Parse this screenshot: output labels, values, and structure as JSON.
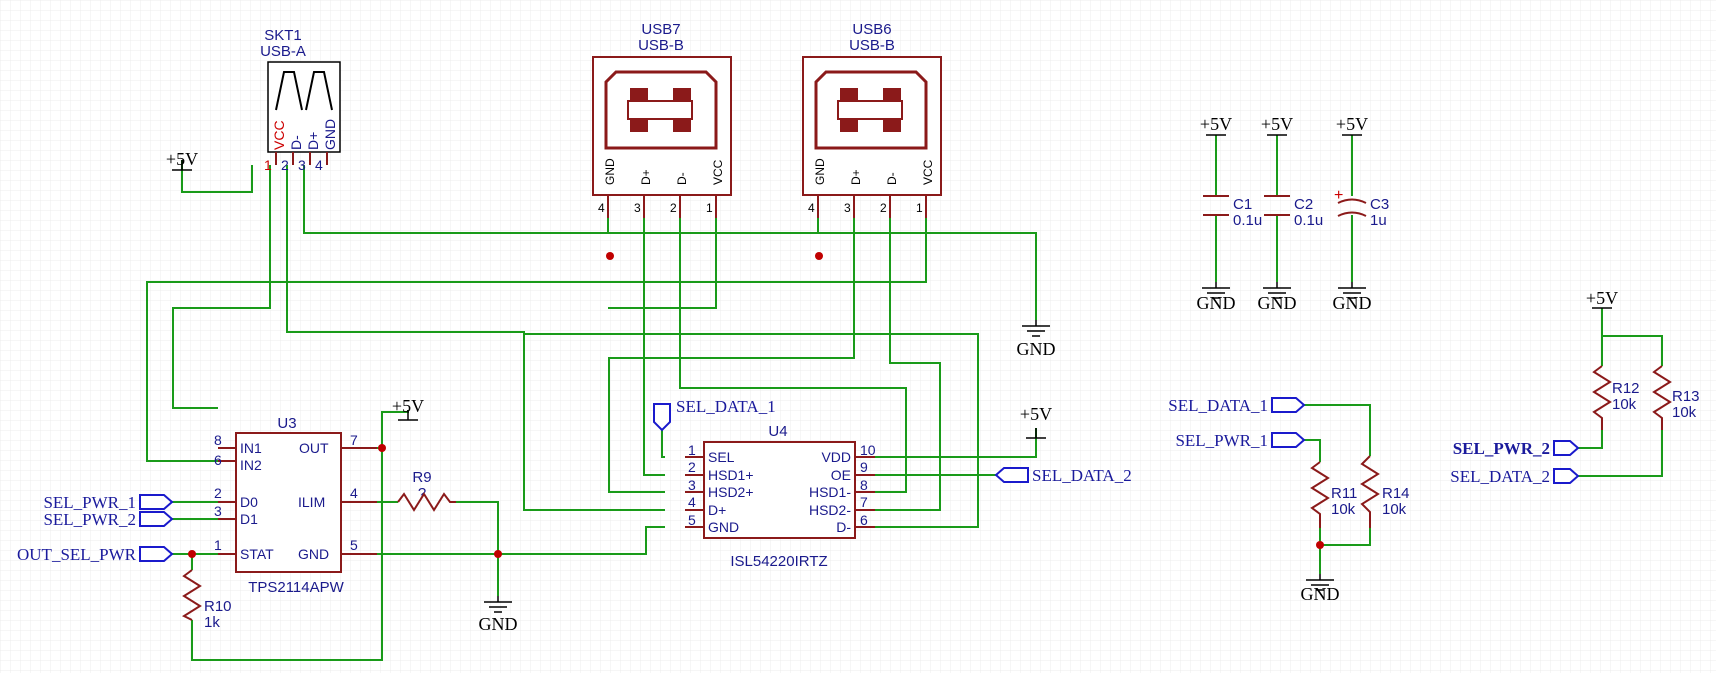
{
  "skt1": {
    "ref": "SKT1",
    "value": "USB-A",
    "pins": [
      "VCC",
      "D-",
      "D+",
      "GND"
    ],
    "nums": [
      "1",
      "2",
      "3",
      "4"
    ]
  },
  "usb7": {
    "ref": "USB7",
    "value": "USB-B",
    "pins": [
      "GND",
      "D+",
      "D-",
      "VCC"
    ],
    "nums": [
      "4",
      "3",
      "2",
      "1"
    ]
  },
  "usb6": {
    "ref": "USB6",
    "value": "USB-B",
    "pins": [
      "GND",
      "D+",
      "D-",
      "VCC"
    ],
    "nums": [
      "4",
      "3",
      "2",
      "1"
    ]
  },
  "u3": {
    "ref": "U3",
    "value": "TPS2114APW",
    "left_pins": [
      {
        "num": "8",
        "name": "IN1"
      },
      {
        "num": "6",
        "name": "IN2"
      },
      {
        "num": "2",
        "name": "D0"
      },
      {
        "num": "3",
        "name": "D1"
      },
      {
        "num": "1",
        "name": "STAT"
      }
    ],
    "right_pins": [
      {
        "num": "7",
        "name": "OUT"
      },
      {
        "num": "4",
        "name": "ILIM"
      },
      {
        "num": "5",
        "name": "GND"
      }
    ]
  },
  "u4": {
    "ref": "U4",
    "value": "ISL54220IRTZ",
    "left_pins": [
      {
        "num": "1",
        "name": "SEL"
      },
      {
        "num": "2",
        "name": "HSD1+"
      },
      {
        "num": "3",
        "name": "HSD2+"
      },
      {
        "num": "4",
        "name": "D+"
      },
      {
        "num": "5",
        "name": "GND"
      }
    ],
    "right_pins": [
      {
        "num": "10",
        "name": "VDD"
      },
      {
        "num": "9",
        "name": "OE"
      },
      {
        "num": "8",
        "name": "HSD1-"
      },
      {
        "num": "7",
        "name": "HSD2-"
      },
      {
        "num": "6",
        "name": "D-"
      }
    ]
  },
  "resistors": {
    "r9": {
      "ref": "R9",
      "value": "?"
    },
    "r10": {
      "ref": "R10",
      "value": "1k"
    },
    "r11": {
      "ref": "R11",
      "value": "10k"
    },
    "r14": {
      "ref": "R14",
      "value": "10k"
    },
    "r12": {
      "ref": "R12",
      "value": "10k"
    },
    "r13": {
      "ref": "R13",
      "value": "10k"
    }
  },
  "caps": {
    "c1": {
      "ref": "C1",
      "value": "0.1u"
    },
    "c2": {
      "ref": "C2",
      "value": "0.1u"
    },
    "c3": {
      "ref": "C3",
      "value": "1u"
    },
    "polarity": "+"
  },
  "power": {
    "p5v": "+5V",
    "gnd": "GND"
  },
  "nets": {
    "sel_pwr_1": "SEL_PWR_1",
    "sel_pwr_2": "SEL_PWR_2",
    "out_sel_pwr": "OUT_SEL_PWR",
    "sel_data_1": "SEL_DATA_1",
    "sel_data_2": "SEL_DATA_2"
  },
  "colors": {
    "wire": "#1a9b1a",
    "component": "#8b1a1a",
    "junction": "#c00000",
    "label": "#1a1a9c",
    "grid": "#e8e8e8"
  }
}
